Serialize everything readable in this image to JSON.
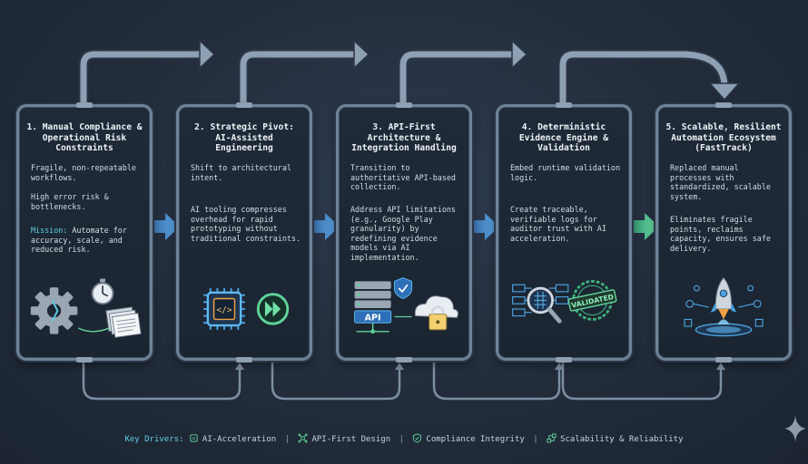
{
  "stages": [
    {
      "title": "1. Manual Compliance & Operational Risk Constraints",
      "points": [
        "Fragile, non-repeatable workflows.",
        "High error risk & bottlenecks."
      ],
      "mission_label": "Mission:",
      "mission_text": "Automate for accuracy, scale, and reduced risk.",
      "icons": [
        "gear-icon",
        "stopwatch-icon",
        "document-stack-icon"
      ]
    },
    {
      "title": "2. Strategic Pivot: AI-Assisted Engineering",
      "points": [
        "Shift to architectural intent.",
        "AI tooling compresses overhead for rapid prototyping without traditional constraints."
      ],
      "icons": [
        "ai-chip-icon",
        "fast-forward-icon"
      ]
    },
    {
      "title": "3. API-First Architecture & Integration Handling",
      "points": [
        "Transition to authoritative API-based collection.",
        "Address API limitations (e.g., Google Play granularity) by redefining evidence models via AI implementation."
      ],
      "api_label": "API",
      "icons": [
        "server-stack-icon",
        "shield-check-icon",
        "cloud-lock-icon"
      ]
    },
    {
      "title": "4. Deterministic Evidence Engine & Validation",
      "points": [
        "Embed runtime validation logic.",
        "Create traceable, verifiable logs for auditor trust with AI acceleration."
      ],
      "stamp_text": "VALIDATED",
      "icons": [
        "magnifier-icon",
        "validated-stamp-icon"
      ]
    },
    {
      "title": "5. Scalable, Resilient Automation Ecosystem (FastTrack)",
      "points": [
        "Replaced manual processes with standardized, scalable system.",
        "Eliminates fragile points, reclaims capacity, ensures safe delivery."
      ],
      "icons": [
        "rocket-icon"
      ]
    }
  ],
  "footer": {
    "label": "Key Drivers:",
    "drivers": [
      {
        "icon": "ai-chip-icon",
        "text": "AI-Acceleration"
      },
      {
        "icon": "network-icon",
        "text": "API-First Design"
      },
      {
        "icon": "shield-icon",
        "text": "Compliance Integrity"
      },
      {
        "icon": "scalability-icon",
        "text": "Scalability & Reliability"
      }
    ],
    "separator": "|"
  },
  "colors": {
    "background": "#222c3b",
    "card_border": "#6f8398",
    "connector": "#8ea0b4",
    "accent_cyan": "#5fd0e6",
    "accent_green": "#5fd49a",
    "accent_blue": "#4aa3e0"
  }
}
